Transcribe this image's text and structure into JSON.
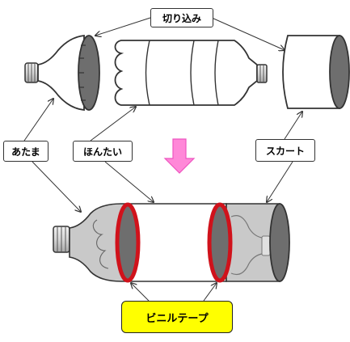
{
  "labels": {
    "cut": "切り込み",
    "head": "あたま",
    "body": "ほんたい",
    "skirt": "スカート",
    "vinyl_tape": "ビニルテープ"
  },
  "colors": {
    "outline": "#333333",
    "dark_gray": "#6e6e6e",
    "light_gray": "#c9c9c9",
    "tape_red": "#d0121b",
    "arrow_pink": "#ff88d8",
    "label_yellow": "#ffff00"
  }
}
